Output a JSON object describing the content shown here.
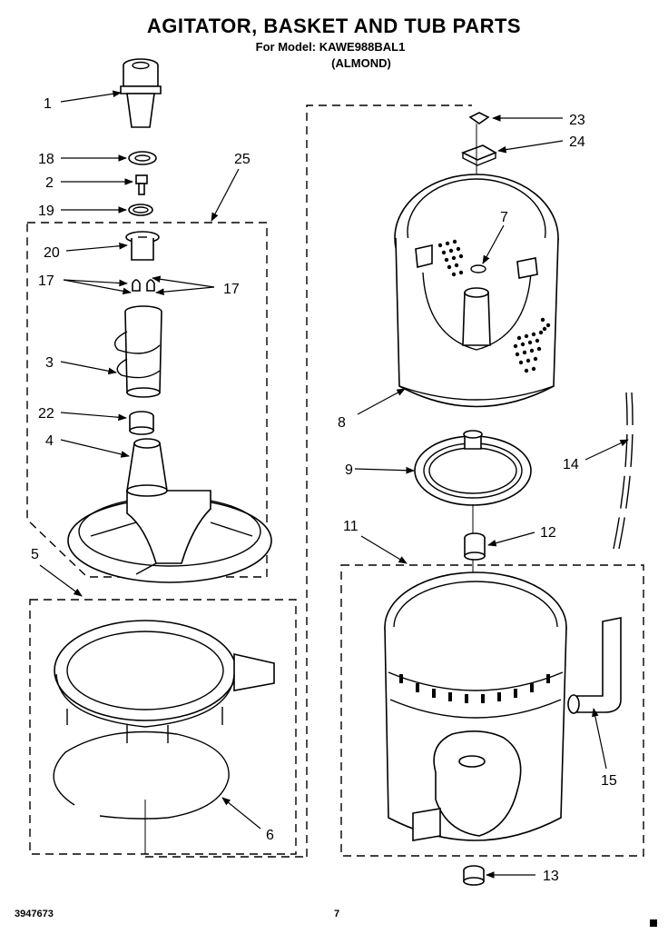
{
  "header": {
    "title": "AGITATOR, BASKET AND TUB PARTS",
    "model_line": "For Model: KAWE988BAL1",
    "color_line": "(ALMOND)"
  },
  "callouts": [
    "1",
    "18",
    "2",
    "19",
    "25",
    "20",
    "17",
    "17",
    "3",
    "22",
    "4",
    "5",
    "6",
    "23",
    "24",
    "7",
    "8",
    "9",
    "14",
    "11",
    "12",
    "15",
    "13"
  ],
  "footer": {
    "part_number": "3947673",
    "page_number": "7"
  }
}
